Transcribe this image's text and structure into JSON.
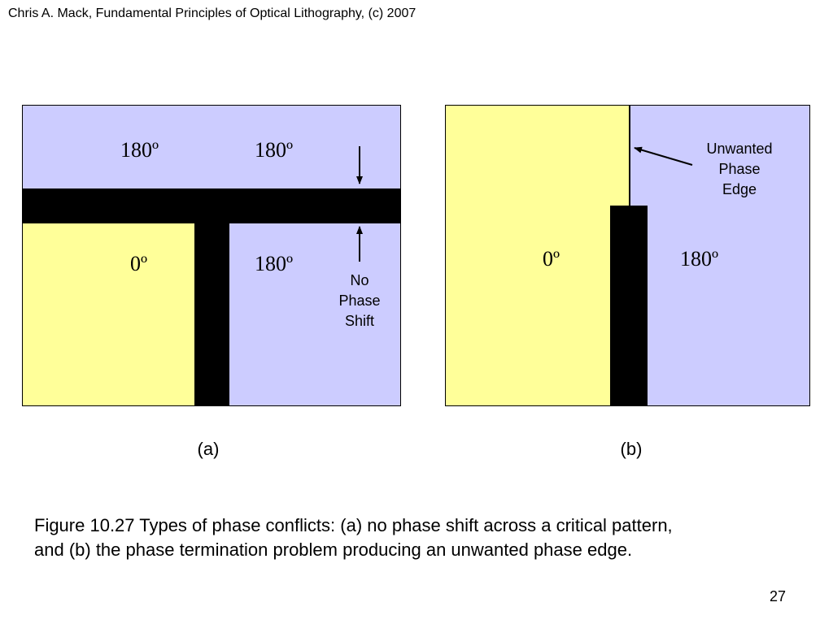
{
  "header": {
    "text": "Chris A. Mack, Fundamental Principles of Optical Lithography, (c) 2007"
  },
  "colors": {
    "zero_phase_fill": "#ffff99",
    "pi_phase_fill": "#ccccff",
    "chrome": "#000000"
  },
  "panel_a": {
    "label": "(a)",
    "top_left_phase": "180º",
    "top_right_phase": "180º",
    "bottom_left_phase": "0º",
    "bottom_right_phase": "180º",
    "note_lines": [
      "No",
      "Phase",
      "Shift"
    ]
  },
  "panel_b": {
    "label": "(b)",
    "left_phase": "0º",
    "right_phase": "180º",
    "note_lines": [
      "Unwanted",
      "Phase",
      "Edge"
    ]
  },
  "caption": {
    "lines": [
      "Figure 10.27  Types of phase conflicts:  (a) no phase shift across a critical pattern,",
      "and (b) the phase termination problem producing an unwanted phase edge."
    ]
  },
  "page_number": "27"
}
